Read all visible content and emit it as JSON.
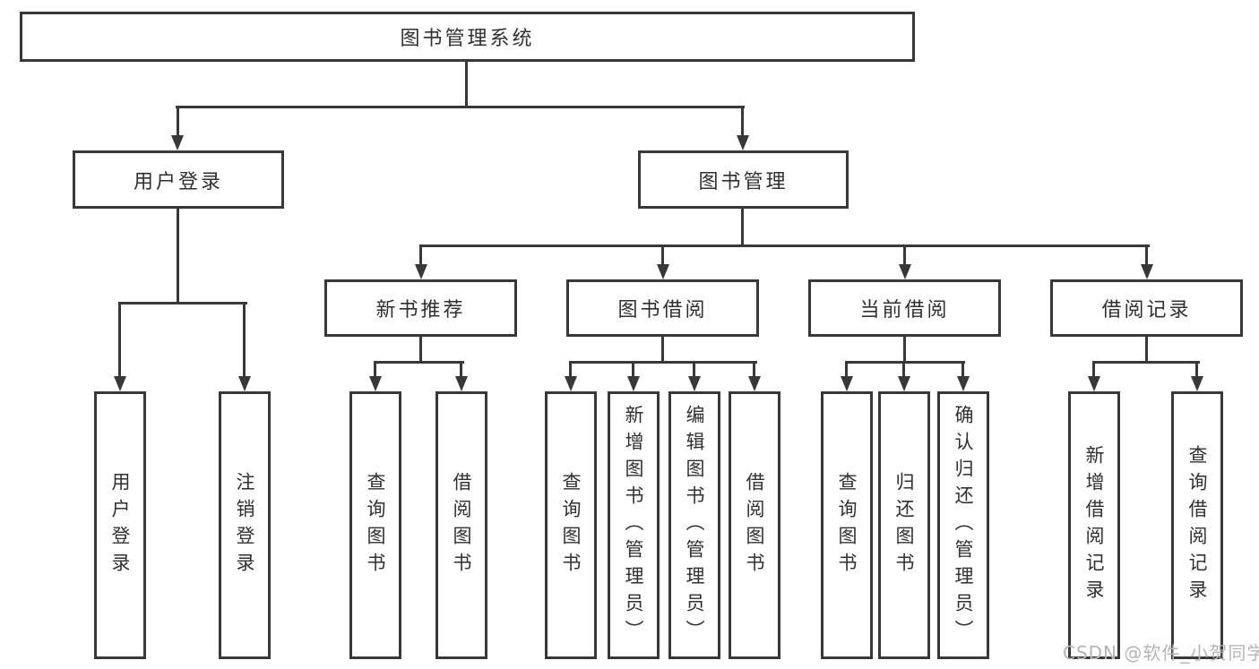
{
  "diagram": {
    "title": "图书管理系统",
    "branches": [
      {
        "label": "用户登录",
        "children": [
          {
            "label": "用户登录"
          },
          {
            "label": "注销登录"
          }
        ]
      },
      {
        "label": "图书管理",
        "children": [
          {
            "label": "新书推荐",
            "children": [
              {
                "label": "查询图书"
              },
              {
                "label": "借阅图书"
              }
            ]
          },
          {
            "label": "图书借阅",
            "children": [
              {
                "label": "查询图书"
              },
              {
                "label": "新增图书（管理员）"
              },
              {
                "label": "编辑图书（管理员）"
              },
              {
                "label": "借阅图书"
              }
            ]
          },
          {
            "label": "当前借阅",
            "children": [
              {
                "label": "查询图书"
              },
              {
                "label": "归还图书"
              },
              {
                "label": "确认归还（管理员）"
              }
            ]
          },
          {
            "label": "借阅记录",
            "children": [
              {
                "label": "新增借阅记录"
              },
              {
                "label": "查询借阅记录"
              }
            ]
          }
        ]
      }
    ]
  },
  "watermark": {
    "text": "CSDN @软件_小贺同学"
  },
  "colors": {
    "line": "#383838",
    "text": "#303030",
    "watermark_text": "#b5b5b5",
    "background": "#ffffff"
  }
}
